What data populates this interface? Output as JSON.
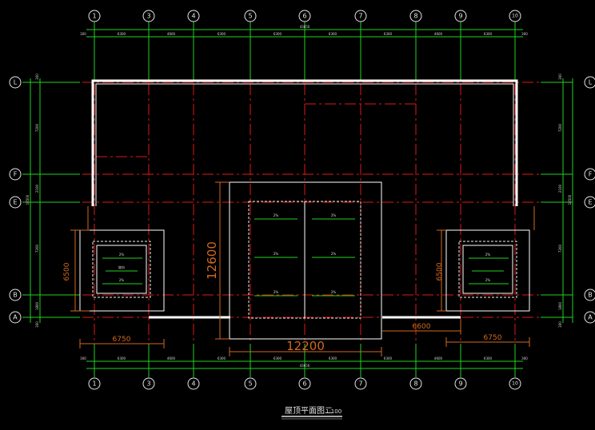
{
  "drawing": {
    "title": "屋顶平面图二",
    "scale": "1:100"
  },
  "axes": {
    "columns": [
      "1",
      "3",
      "4",
      "5",
      "6",
      "7",
      "8",
      "9",
      "10"
    ],
    "rows_left": [
      "L",
      "F",
      "E",
      "B",
      "A"
    ],
    "rows_right": [
      "L",
      "F",
      "E",
      "B",
      "A"
    ]
  },
  "dimensions": {
    "left_wing_height": "6500",
    "left_wing_width": "6750",
    "center_height": "12600",
    "center_width": "12200",
    "right_wing_height": "6500",
    "right_wing_width": "6750",
    "right_offset": "6600"
  },
  "colors": {
    "background": "#000000",
    "grid_axis": "#e01818",
    "dimension": "#1fd21f",
    "outline": "#ffffff",
    "dim_annotation": "#d2691e"
  }
}
